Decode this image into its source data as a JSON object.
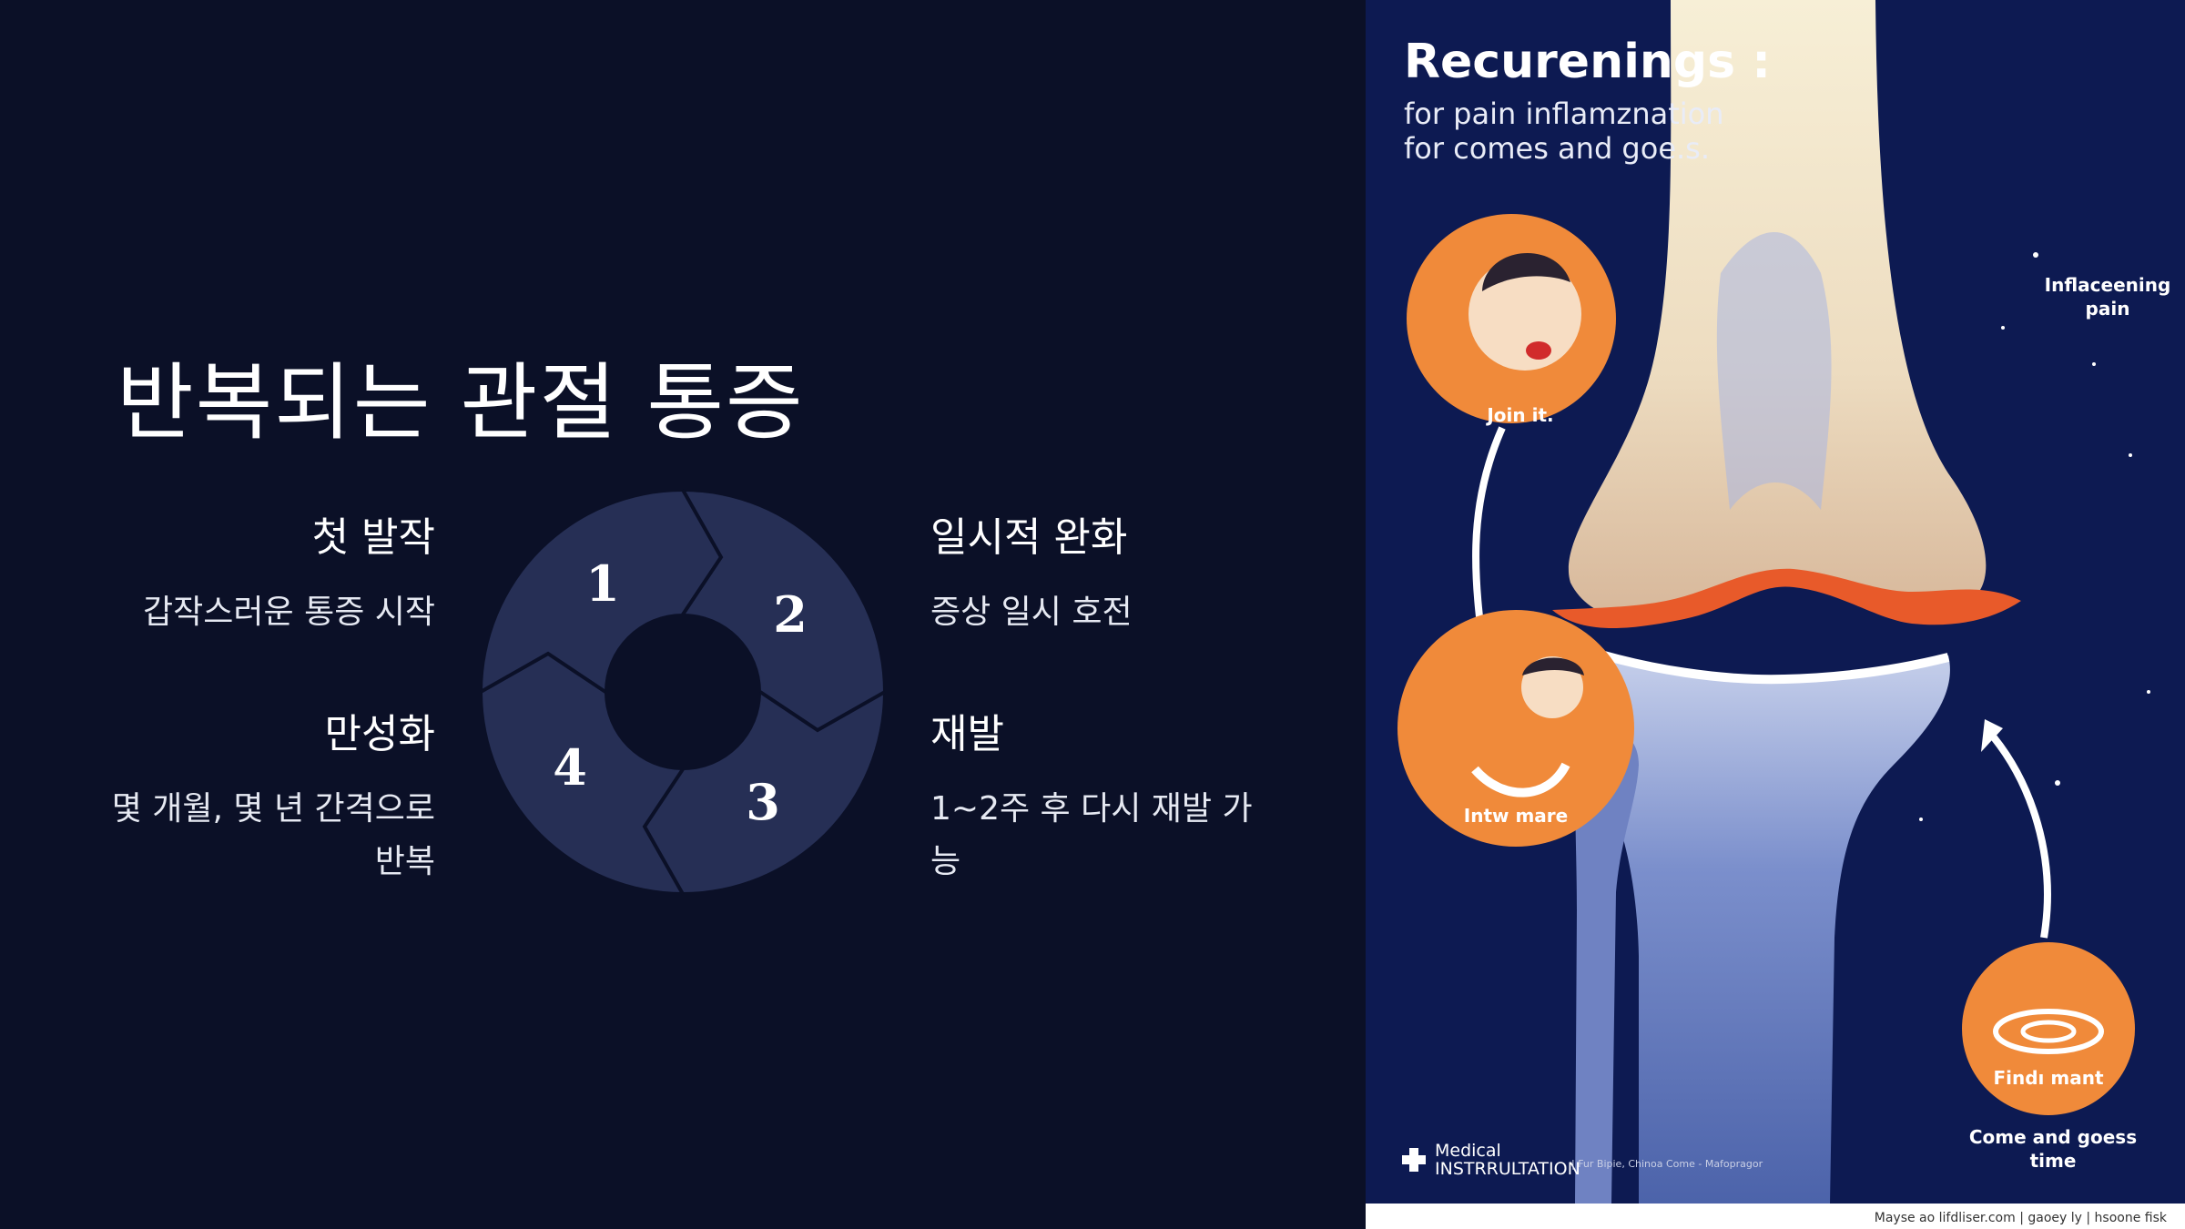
{
  "slide": {
    "title": "반복되는 관절 통증",
    "steps": [
      {
        "number": "1",
        "title": "첫 발작",
        "desc": "갑작스러운 통증 시작"
      },
      {
        "number": "2",
        "title": "일시적 완화",
        "desc": "증상 일시 호전"
      },
      {
        "number": "3",
        "title": "재발",
        "desc_line1": "1~2주 후 다시 재발 가",
        "desc_line2": "능"
      },
      {
        "number": "4",
        "title": "만성화",
        "desc_line1": "몇 개월, 몇 년 간격으로",
        "desc_line2": "반복"
      }
    ]
  },
  "poster": {
    "title": "Recurenings :",
    "subtitle_line1": "for pain inflamznation",
    "subtitle_line2": "for comes and goe.s.",
    "labels": {
      "join": "Join it.",
      "intw": "Intw mare",
      "inflaceening_1": "Inflaceening",
      "inflaceening_2": "pain",
      "findi": "Findı mant",
      "come_1": "Come and goess",
      "come_2": "time"
    },
    "logo_line1": "Medical",
    "logo_line2": "INSTRRULTATION",
    "credits": "| Fur Bipie, Chinoa Come - Mafopragor",
    "footer_url": "Mayse ao lifdliser.com | gaoey ly | hsoone fisk"
  },
  "colors": {
    "background": "#0b1027",
    "segment": "#262f55",
    "poster_bg": "#0d1a52",
    "accent_orange": "#f08a3a",
    "bone_cream": "#f6ecd0",
    "bone_blue": "#5f76b8"
  }
}
